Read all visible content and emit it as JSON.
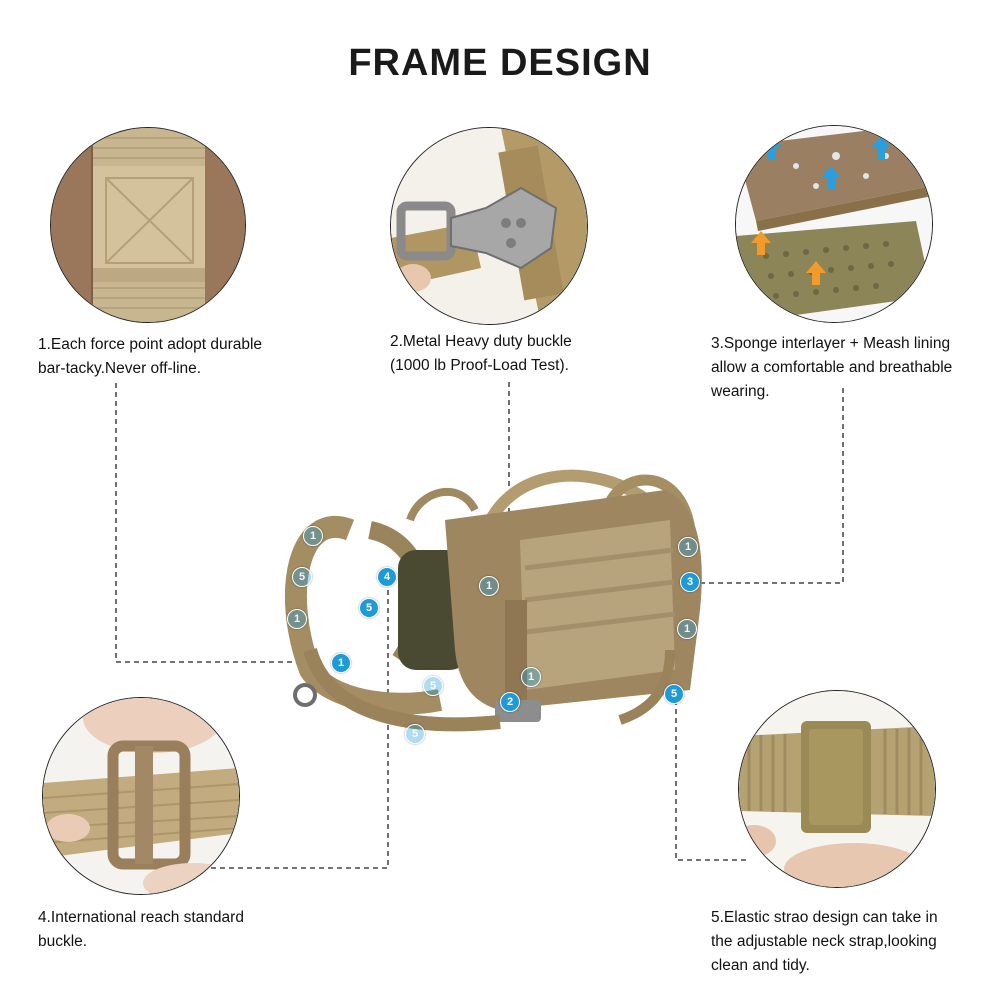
{
  "title": "FRAME DESIGN",
  "features": [
    {
      "number": "1",
      "text": "1.Each force point  adopt durable\nbar-tacky.Never off-line.",
      "image_icon": "bar-tack-stitching-closeup"
    },
    {
      "number": "2",
      "text": "2.Metal Heavy duty buckle\n(1000 lb Proof-Load Test).",
      "image_icon": "metal-buckle-closeup"
    },
    {
      "number": "3",
      "text": "3.Sponge interlayer + Meash lining\nallow a comfortable and breathable\nwearing.",
      "image_icon": "mesh-lining-closeup"
    },
    {
      "number": "4",
      "text": "4.International reach standard\nbuckle.",
      "image_icon": "plastic-buckle-closeup"
    },
    {
      "number": "5",
      "text": "5.Elastic strao design can take in\nthe adjustable neck strap,looking\nclean and tidy.",
      "image_icon": "elastic-keeper-closeup"
    }
  ],
  "markers": {
    "m1": "1",
    "m2": "2",
    "m3": "3",
    "m4": "4",
    "m5a": "5",
    "m5b": "5",
    "f1": "1",
    "f2": "5",
    "f3": "1",
    "f4": "1",
    "f5": "1",
    "f6": "5",
    "f7": "5",
    "f8": "1",
    "f9": "1"
  },
  "colors": {
    "accent": "#1e9bd7",
    "tan": "#b39a6e",
    "coyote": "#8c7553"
  }
}
